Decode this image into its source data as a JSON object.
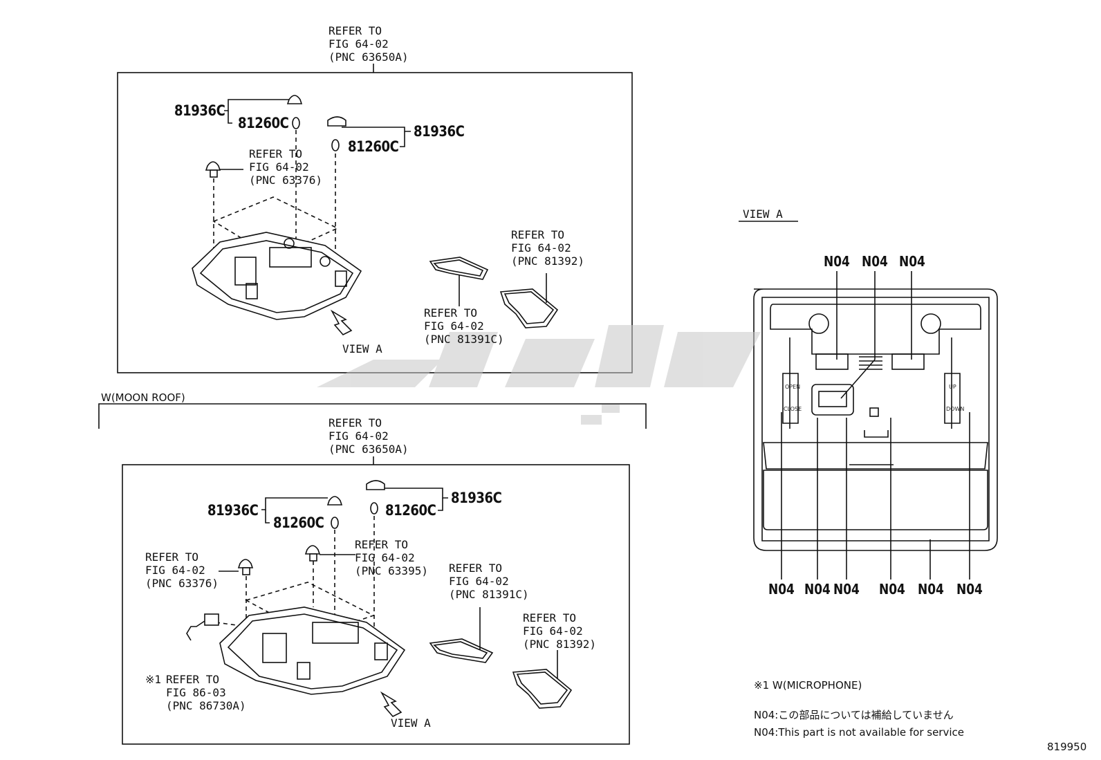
{
  "view_a_title": "VIEW A",
  "moon_roof_label": "W(MOON ROOF)",
  "top_panel": {
    "ref_63650a": "REFER TO\nFIG 64-02\n(PNC 63650A)",
    "ref_63376": "REFER TO\nFIG 64-02\n(PNC 63376)",
    "ref_81392": "REFER TO\nFIG 64-02\n(PNC 81392)",
    "ref_81391c": "REFER TO\nFIG 64-02\n(PNC 81391C)",
    "part_81936c_left": "81936C",
    "part_81260c_left": "81260C",
    "part_81936c_right": "81936C",
    "part_81260c_right": "81260C",
    "view_a": "VIEW A"
  },
  "bottom_panel": {
    "ref_63650a": "REFER TO\nFIG 64-02\n(PNC 63650A)",
    "ref_63376": "REFER TO\nFIG 64-02\n(PNC 63376)",
    "ref_63395": "REFER TO\nFIG 64-02\n(PNC 63395)",
    "ref_81391c": "REFER TO\nFIG 64-02\n(PNC 81391C)",
    "ref_81392": "REFER TO\nFIG 64-02\n(PNC 81392)",
    "ref_86730a_mark": "※1",
    "ref_86730a": "REFER TO\nFIG 86-03\n(PNC 86730A)",
    "part_81936c_left": "81936C",
    "part_81260c_left": "81260C",
    "part_81936c_right": "81936C",
    "part_81260c_right": "81260C",
    "view_a": "VIEW A"
  },
  "view_a_detail": {
    "top_callouts": [
      "N04",
      "N04",
      "N04"
    ],
    "bottom_callouts": [
      "N04",
      "N04",
      "N04",
      "N04",
      "N04",
      "N04"
    ],
    "button_labels": {
      "open": "OPEN",
      "close": "CLOSE",
      "up": "UP",
      "down": "DOWN"
    }
  },
  "notes": {
    "note1": "※1 W(MICROPHONE)",
    "note_jp": "N04:この部品については補給していません",
    "note_en": "N04:This part is not available for service"
  },
  "figure_number": "819950",
  "watermark_color": "#c8c8c8"
}
